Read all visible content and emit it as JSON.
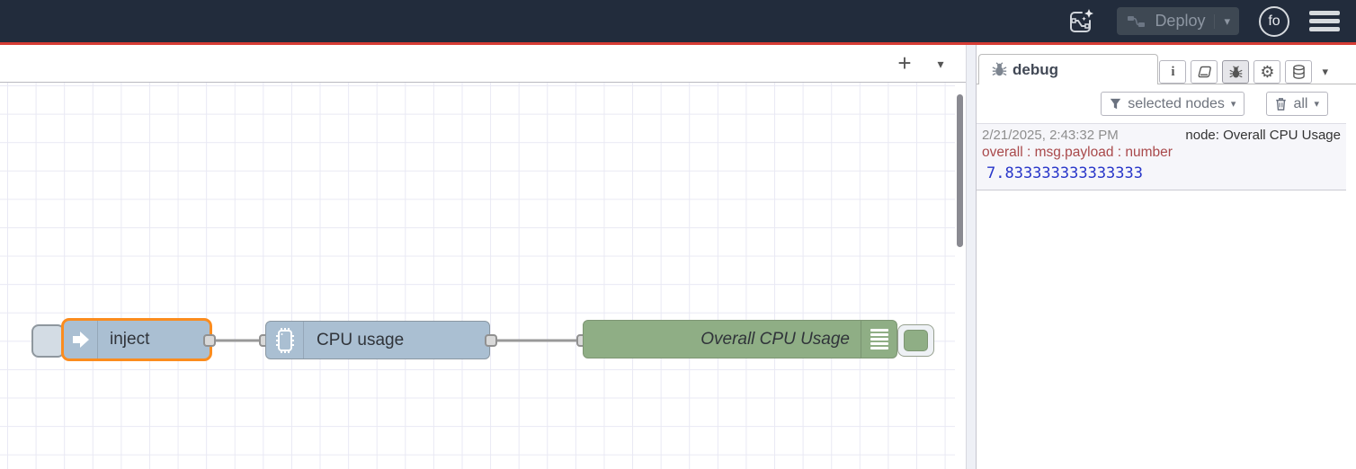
{
  "header": {
    "deploy_label": "Deploy",
    "avatar_text": "fo"
  },
  "icons": {
    "add": "+",
    "chevron_down": "▾",
    "gear": "⚙",
    "info": "i"
  },
  "canvas": {
    "nodes": {
      "inject": {
        "label": "inject",
        "type": "inject",
        "selected": "true"
      },
      "cpu": {
        "label": "CPU usage",
        "type": "cpu"
      },
      "debug": {
        "label": "Overall CPU Usage",
        "type": "debug"
      }
    }
  },
  "sidebar": {
    "tab_label": "debug",
    "filter_button_label": "selected nodes",
    "clear_button_label": "all",
    "message": {
      "timestamp": "2/21/2025, 2:43:32 PM",
      "source": "node: Overall CPU Usage",
      "property": "overall : msg.payload : number",
      "value": "7.833333333333333"
    }
  },
  "colors": {
    "header_bg": "#222c3c",
    "accent_red": "#d63c34",
    "node_blue": "#aabfd2",
    "node_green": "#8fae85",
    "selection_orange": "#fb8c1e",
    "wire_gray": "#999999",
    "grid_line": "#e9e9f4",
    "debug_value_blue": "#2836c9",
    "debug_property_red": "#a9494b"
  }
}
